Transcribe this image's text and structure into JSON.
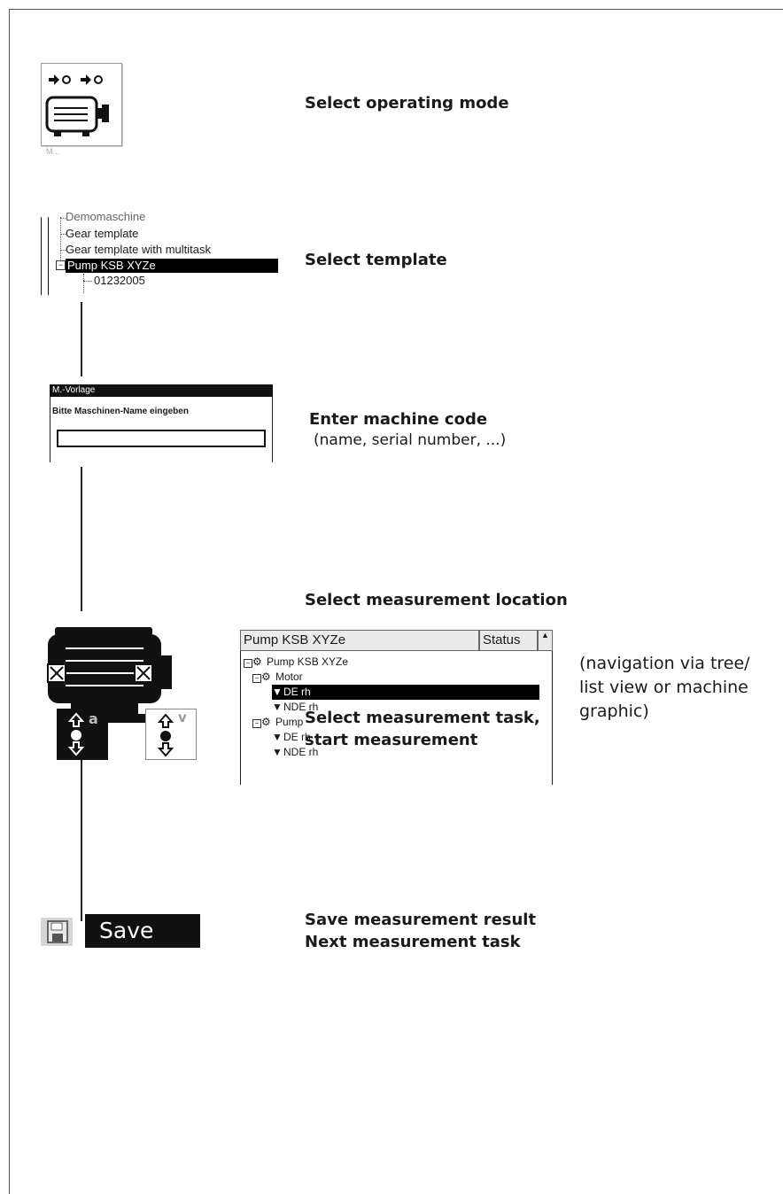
{
  "steps": {
    "mode": {
      "title": "Select operating mode",
      "caption": "M..."
    },
    "template": {
      "title": "Select template",
      "tree": {
        "cut_item": "Demomaschine",
        "items": [
          "Gear template",
          "Gear template with multitask",
          "Pump KSB XYZe",
          "01232005"
        ]
      }
    },
    "machine_code": {
      "title": "Enter machine code",
      "subtitle": "(name, serial number, ...)",
      "dialog": {
        "title": "M.-Vorlage",
        "prompt": "Bitte Maschinen-Name eingeben",
        "value": ""
      }
    },
    "location": {
      "title": "Select measurement location",
      "note": "(navigation via tree/ list view or machine graphic)",
      "list": {
        "header": "Pump KSB XYZe",
        "status_header": "Status",
        "nodes": [
          "Pump KSB XYZe",
          "Motor",
          "DE rh",
          "NDE rh",
          "Pump",
          "DE rh",
          "NDE rh"
        ]
      }
    },
    "task": {
      "title_line1": "Select measurement task,",
      "title_line2": "start measurement",
      "icon_a": "a",
      "icon_v": "v"
    },
    "save": {
      "title_line1": "Save measurement result",
      "title_line2": "Next measurement task",
      "button_label": "Save"
    }
  }
}
